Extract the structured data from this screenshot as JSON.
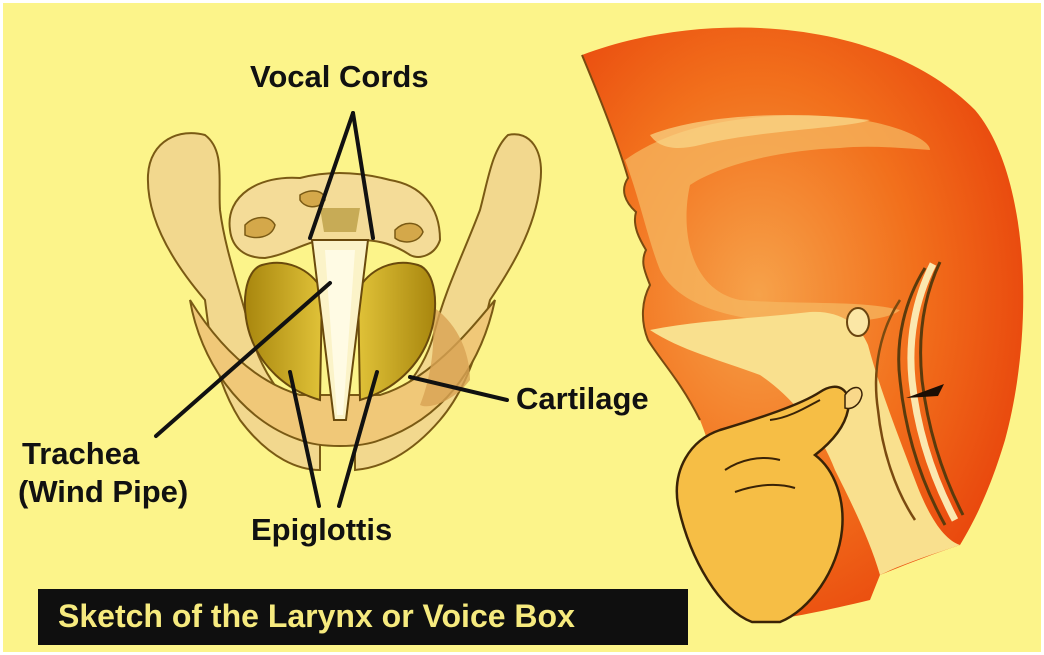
{
  "labels": {
    "vocal_cords": "Vocal Cords",
    "cartilage": "Cartilage",
    "trachea_line1": "Trachea",
    "trachea_line2": "(Wind Pipe)",
    "epiglottis": "Epiglottis"
  },
  "caption": "Sketch of  the Larynx or Voice Box",
  "colors": {
    "background": "#fcf48a",
    "caption_box": "#0f0f0f",
    "caption_text": "#f6ea7e",
    "label_text": "#111111",
    "head_fill": "#f25c14",
    "cartilage_fill": "#f2d88e",
    "vocal_fold_fill": "#c9a515"
  }
}
